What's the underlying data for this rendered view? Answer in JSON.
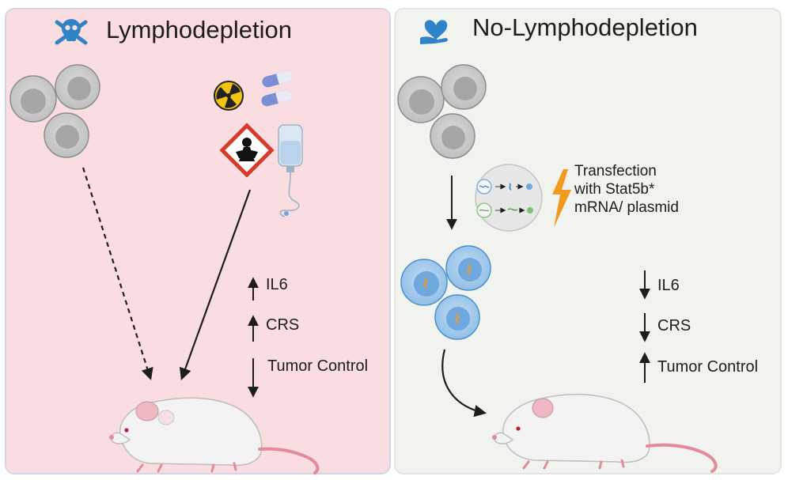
{
  "left": {
    "title": "Lymphodepletion",
    "effects": [
      {
        "label": "IL6",
        "direction": "up"
      },
      {
        "label": "CRS",
        "direction": "up"
      },
      {
        "label": "Tumor Control",
        "direction": "down"
      }
    ]
  },
  "right": {
    "title": "No-Lymphodepletion",
    "transfection_note": [
      "Transfection",
      "with Stat5b*",
      "mRNA/ plasmid"
    ],
    "effects": [
      {
        "label": "IL6",
        "direction": "down"
      },
      {
        "label": "CRS",
        "direction": "down"
      },
      {
        "label": "Tumor Control",
        "direction": "up"
      }
    ]
  },
  "icons": [
    "skull-crossbones-icon",
    "hand-heart-icon",
    "radiation-icon",
    "pills-icon",
    "health-hazard-icon",
    "iv-bag-icon",
    "lightning-bolt-icon",
    "mouse-icon"
  ],
  "colors": {
    "left_panel_bg": "#f9dde0",
    "right_panel_bg": "#f1f4ee",
    "cell_gray": "#c8c8c8",
    "cell_blue": "#9ec8ea",
    "accent_blue": "#2f83c7",
    "bolt_orange": "#f29a1f"
  }
}
